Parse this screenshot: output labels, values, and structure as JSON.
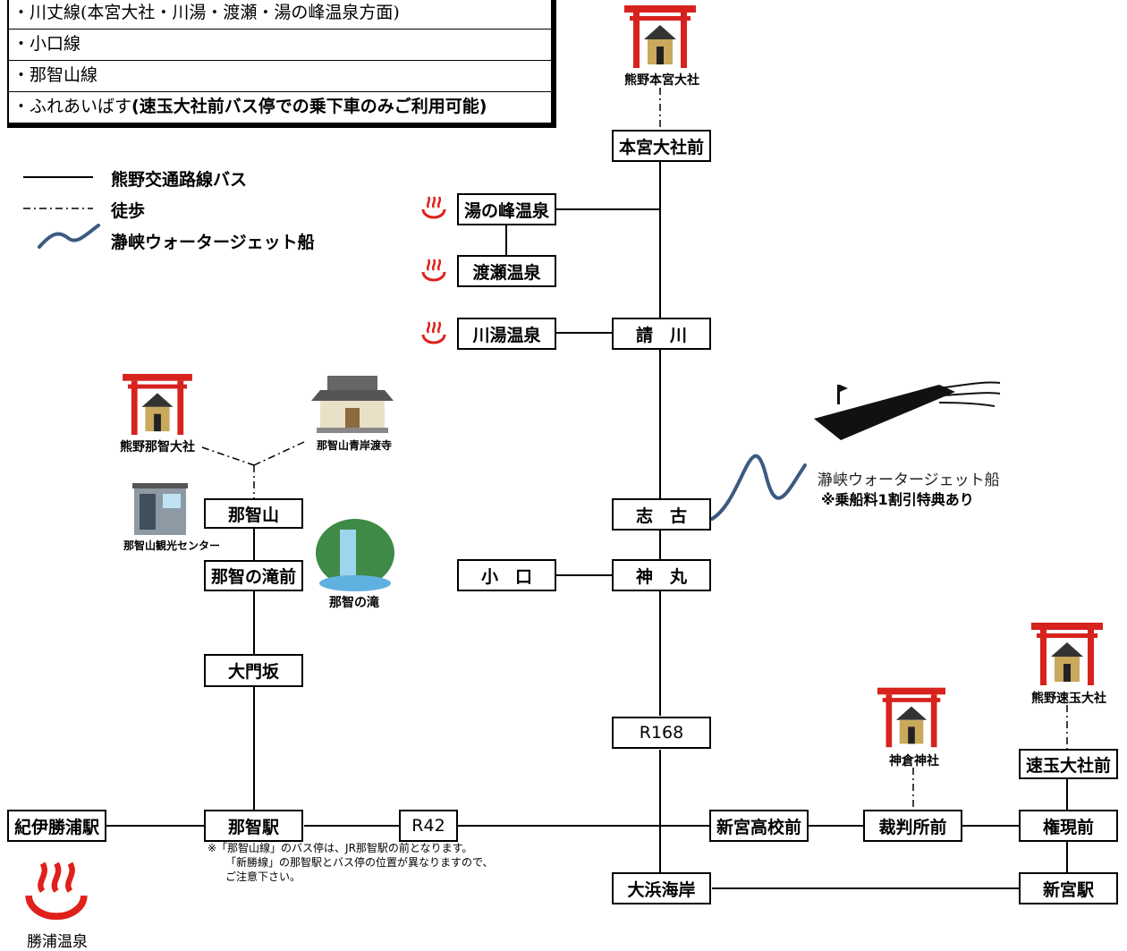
{
  "route_table": {
    "rows": [
      "・川丈線(本宮大社・川湯・渡瀬・湯の峰温泉方面)",
      "・小口線",
      "・那智山線"
    ],
    "last_row_prefix": "・ふれあいばす",
    "last_row_suffix": "(速玉大社前バス停での乗下車のみご利用可能)"
  },
  "legend": {
    "bus": "熊野交通路線バス",
    "walk": "徒歩",
    "ferry": "瀞峡ウォータージェット船"
  },
  "stops": {
    "hongu_taisha_mae": "本宮大社前",
    "yunomine": "湯の峰温泉",
    "watarase": "渡瀬温泉",
    "kawayu": "川湯温泉",
    "ukegawa": "請　川",
    "shiko": "志　古",
    "koguchi": "小　口",
    "kamimaru": "神　丸",
    "r168": "R168",
    "nachisan": "那智山",
    "nachi_no_takimae": "那智の滝前",
    "daimonzaka": "大門坂",
    "kii_katsuura": "紀伊勝浦駅",
    "nachi_station": "那智駅",
    "r42": "R42",
    "shingu_koko_mae": "新宮高校前",
    "saibansho_mae": "裁判所前",
    "gongen_mae": "権現前",
    "hayatama_taisha_mae": "速玉大社前",
    "ohama_kaigan": "大浜海岸",
    "shingu_station": "新宮駅"
  },
  "places": {
    "kumano_hongu": "熊野本宮大社",
    "kumano_nachi": "熊野那智大社",
    "seiganto_ji": "那智山青岸渡寺",
    "tourist_center": "那智山観光センター",
    "nachi_falls": "那智の滝",
    "kamikura": "神倉神社",
    "kumano_hayatama": "熊野速玉大社",
    "katsuura_onsen": "勝浦温泉"
  },
  "ferry": {
    "name": "瀞峡ウォータージェット船",
    "discount": "※乗船料1割引特典あり"
  },
  "note": {
    "line1": "※「那智山線」のバス停は、JR那智駅の前となります。",
    "line2": "「新勝線」の那智駅とバス停の位置が異なりますので、",
    "line3": "ご注意下さい。"
  },
  "colors": {
    "torii": "#d7221d",
    "onsen": "#e0201a",
    "ferry_line": "#3a5a80",
    "ink": "#000000"
  }
}
